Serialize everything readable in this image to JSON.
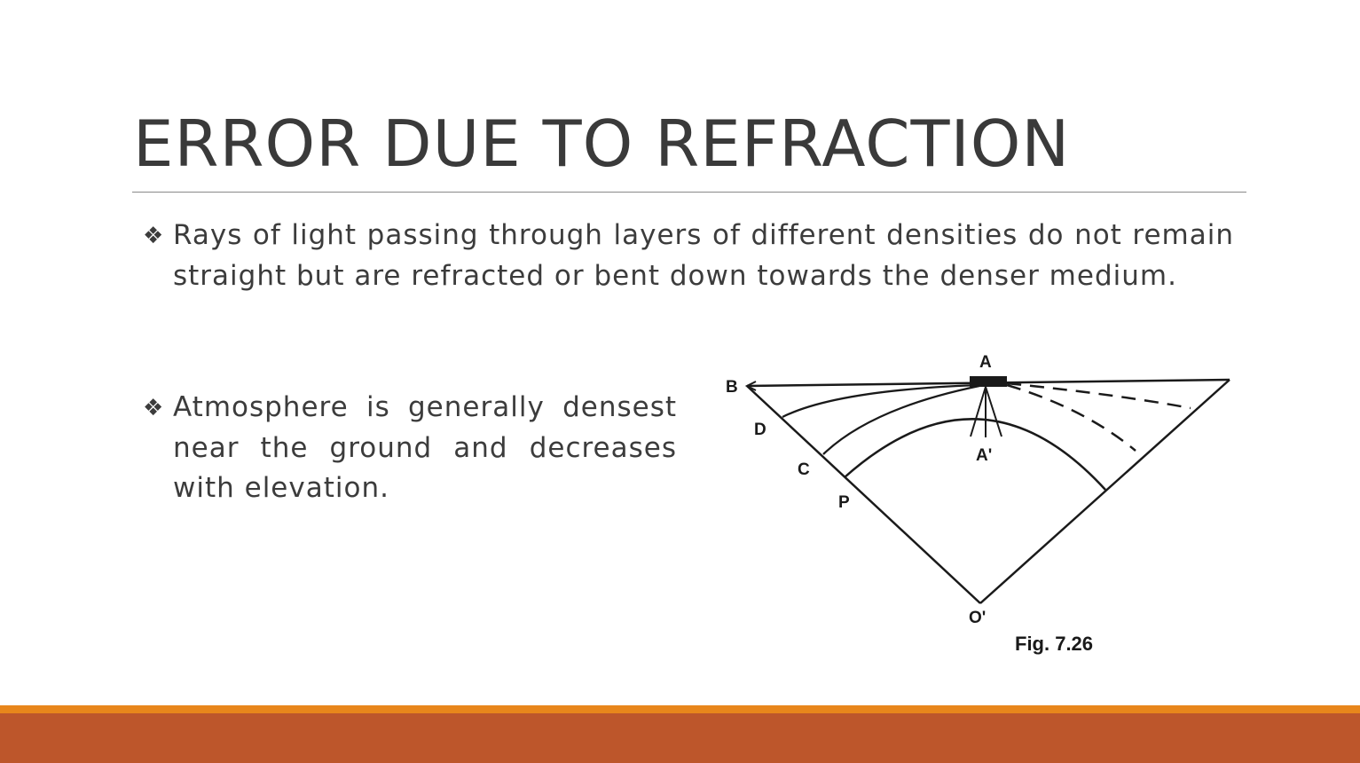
{
  "slide": {
    "title": "ERROR DUE TO REFRACTION",
    "bullet_glyph": "❖",
    "bullets": [
      "Rays of light passing through layers of different densities do not remain straight but are refracted or bent down towards the denser medium.",
      "Atmosphere is generally densest near the ground and decreases with elevation."
    ]
  },
  "figure": {
    "labels": {
      "A": "A",
      "A_prime": "A'",
      "B": "B",
      "C": "C",
      "D": "D",
      "P": "P",
      "O_prime": "O'"
    },
    "caption": "Fig. 7.26"
  },
  "colors": {
    "title": "#3a3a3a",
    "text": "#3c3c3c",
    "footer_accent": "#e8861b",
    "footer_band": "#bd562b"
  }
}
